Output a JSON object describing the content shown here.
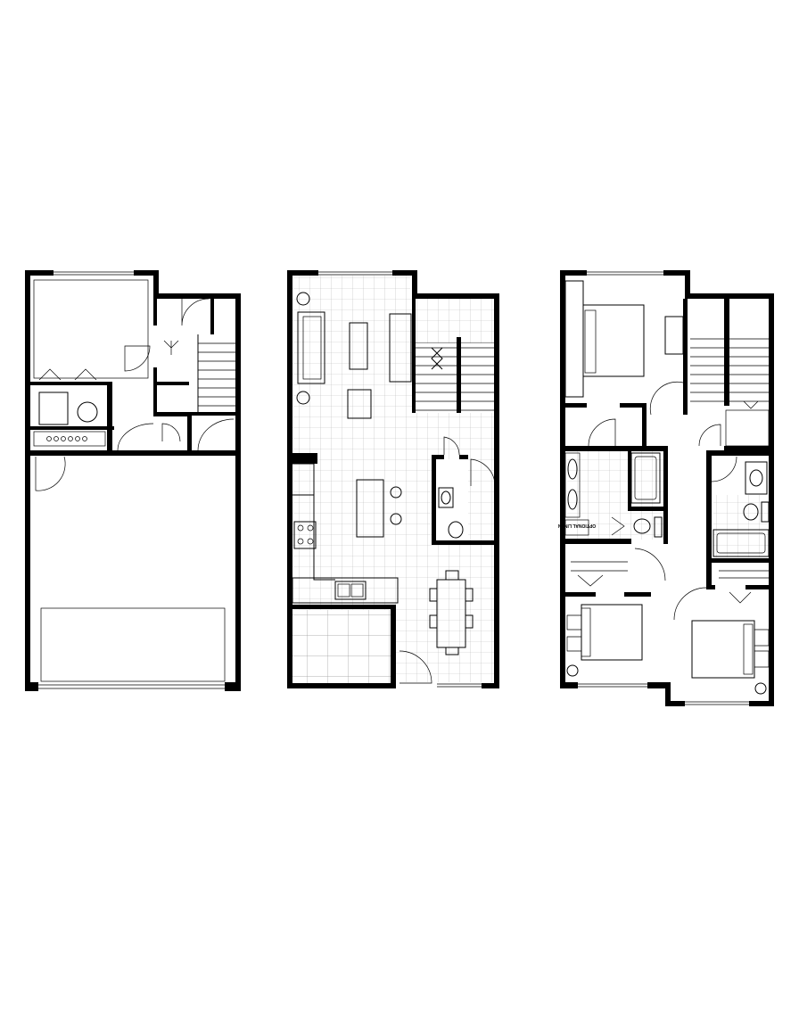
{
  "diagram": {
    "type": "floor-plan",
    "plans": [
      {
        "id": "level-1",
        "rooms": [
          "garage",
          "entry",
          "mechanical",
          "stair"
        ]
      },
      {
        "id": "level-2",
        "rooms": [
          "living",
          "kitchen",
          "dining",
          "powder-room",
          "deck",
          "stair"
        ]
      },
      {
        "id": "level-3",
        "rooms": [
          "primary-bedroom",
          "primary-bath",
          "bath-2",
          "bedroom-2",
          "bedroom-3",
          "stair"
        ]
      }
    ],
    "labels": {
      "linen": "OPTIONAL LINEN"
    },
    "colors": {
      "wall": "#000000",
      "tile": "#cccccc",
      "background": "#ffffff"
    }
  }
}
